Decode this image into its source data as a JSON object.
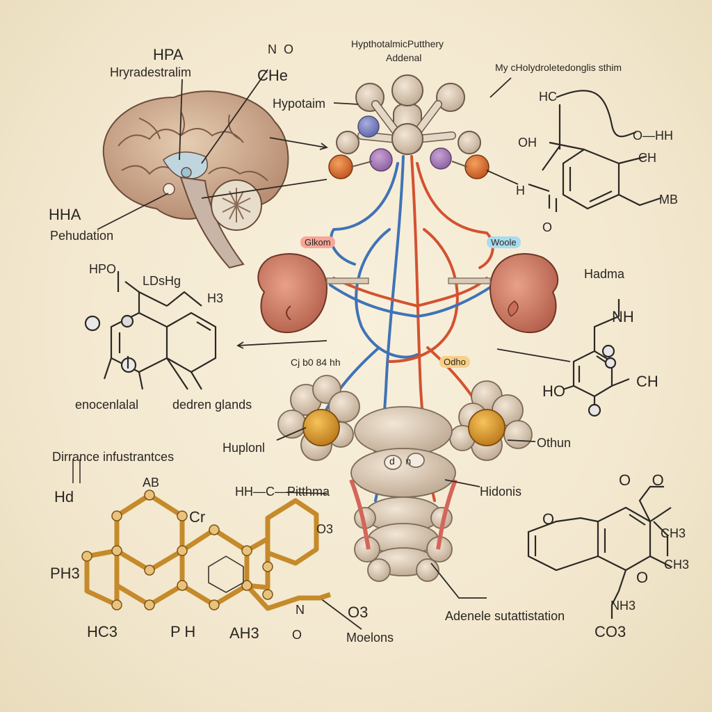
{
  "title": {
    "line1": "HypthotalmicPutthery",
    "line2": "Addenal"
  },
  "labels": {
    "hpa": "HPA",
    "hryradestralim": "Hryradestralim",
    "no_top": "N  O",
    "che": "CHe",
    "hypotaim": "Hypotaim",
    "top_right_note": "My cHolydroletedonglis sthim",
    "hha": "HHA",
    "pehudation": "Pehudation",
    "hc_right": "HC",
    "oh_right": "OH",
    "h_right": "H",
    "oh_hh": "O—HH",
    "ch_right": "CH",
    "mb": "MB",
    "o_right": "O",
    "gluco_chip": "Glkom",
    "woole_chip": "Woole",
    "hadma": "Hadma",
    "nh": "NH",
    "hpo": "HPO",
    "ldsh": "LDsHg",
    "h3": "H3",
    "cjbo": "Cj b0 84 hh",
    "odho_chip": "Odho",
    "ho_right": "HO",
    "ch2_right": "CH",
    "enoce": "enocenlalal",
    "dedren": "dedren glands",
    "dirrance": "Dirrance infustrantces",
    "huplonl": "Huplonl",
    "othun": "Othun",
    "hha_left": "Hd",
    "ab": "AB",
    "cr": "Cr",
    "hh_pitthma": "HH—C—Pitthma",
    "hidonis": "Hidonis",
    "o3": "O3",
    "ph3": "PH3",
    "hc3": "HC3",
    "ph": "P H",
    "ah3": "AH3",
    "o3b": "O3",
    "moelons": "Moelons",
    "o_o": "O     O",
    "o_left": "O",
    "ch3_a": "CH3",
    "ch3_b": "CH3",
    "o_ring": "O",
    "adrenal_sub": "Adenele sutattistation",
    "nh3": "NH3",
    "co3": "CO3",
    "o_small": "O",
    "n_small": "N",
    "a_small": "d    n"
  }
}
